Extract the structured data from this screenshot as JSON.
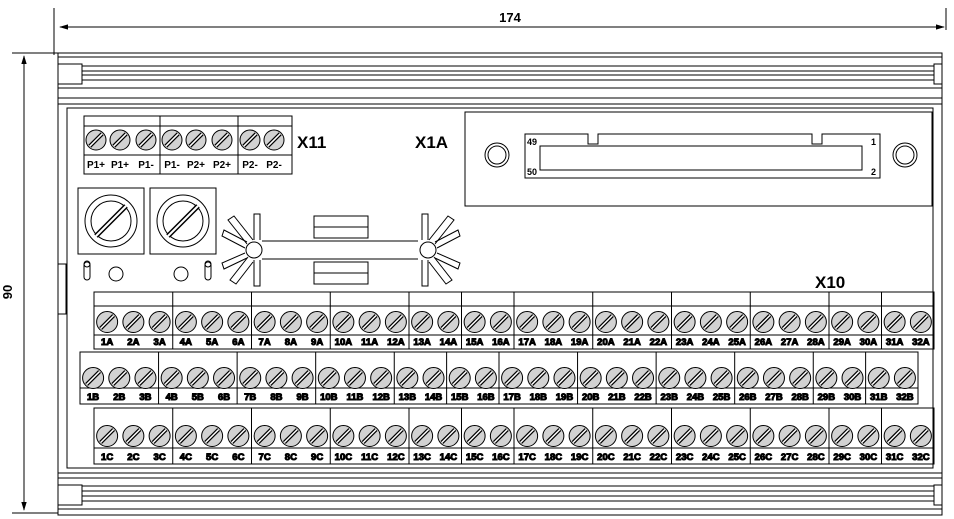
{
  "dimensions": {
    "width": "174",
    "height": "90"
  },
  "connectors": {
    "x11": "X11",
    "x1a": "X1A",
    "x10": "X10"
  },
  "x1a_pins": {
    "top_left": "49",
    "bottom_left": "50",
    "top_right": "1",
    "bottom_right": "2"
  },
  "x11_terminals": [
    "P1+",
    "P1+",
    "P1-",
    "P1-",
    "P2+",
    "P2+",
    "P2-",
    "P2-"
  ],
  "row_a": [
    "1A",
    "2A",
    "3A",
    "4A",
    "5A",
    "6A",
    "7A",
    "8A",
    "9A",
    "10A",
    "11A",
    "12A",
    "13A",
    "14A",
    "15A",
    "16A",
    "17A",
    "18A",
    "19A",
    "20A",
    "21A",
    "22A",
    "23A",
    "24A",
    "25A",
    "26A",
    "27A",
    "28A",
    "29A",
    "30A",
    "31A",
    "32A"
  ],
  "row_b": [
    "1B",
    "2B",
    "3B",
    "4B",
    "5B",
    "6B",
    "7B",
    "8B",
    "9B",
    "10B",
    "11B",
    "12B",
    "13B",
    "14B",
    "15B",
    "16B",
    "17B",
    "18B",
    "19B",
    "20B",
    "21B",
    "22B",
    "23B",
    "24B",
    "25B",
    "26B",
    "27B",
    "28B",
    "29B",
    "30B",
    "31B",
    "32B"
  ],
  "row_c": [
    "1C",
    "2C",
    "3C",
    "4C",
    "5C",
    "6C",
    "7C",
    "8C",
    "9C",
    "10C",
    "11C",
    "12C",
    "13C",
    "14C",
    "15C",
    "16C",
    "17C",
    "18C",
    "19C",
    "20C",
    "21C",
    "22C",
    "23C",
    "24C",
    "25C",
    "26C",
    "27C",
    "28C",
    "29C",
    "30C",
    "31C",
    "32C"
  ]
}
